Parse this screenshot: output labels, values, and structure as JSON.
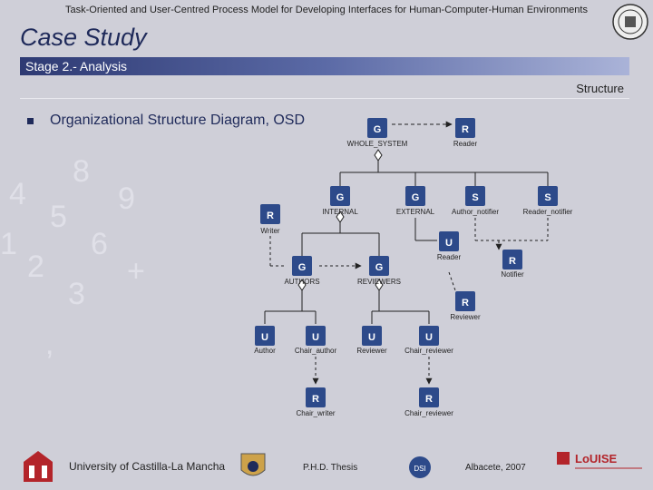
{
  "header": {
    "title": "Task-Oriented and User-Centred Process Model for Developing Interfaces for Human-Computer-Human Environments"
  },
  "slide": {
    "title": "Case Study",
    "stage": "Stage 2.- Analysis",
    "section": "Structure",
    "bullet": "Organizational Structure Diagram, OSD"
  },
  "diagram": {
    "nodes": {
      "whole_system": {
        "label": "WHOLE_SYSTEM",
        "glyph": "G"
      },
      "reader": {
        "label": "Reader",
        "glyph": "R"
      },
      "internal": {
        "label": "INTERNAL",
        "glyph": "G"
      },
      "external": {
        "label": "EXTERNAL",
        "glyph": "G"
      },
      "author_notifier": {
        "label": "Author_notifier",
        "glyph": "S"
      },
      "reader_notifier": {
        "label": "Reader_notifier",
        "glyph": "S"
      },
      "writer": {
        "label": "Writer",
        "glyph": "R"
      },
      "reader_user": {
        "label": "Reader",
        "glyph": "U"
      },
      "notifier": {
        "label": "Notifier",
        "glyph": "R"
      },
      "authors": {
        "label": "AUTHORS",
        "glyph": "G"
      },
      "reviewers": {
        "label": "REVIEWERS",
        "glyph": "G"
      },
      "reviewer": {
        "label": "Reviewer",
        "glyph": "R"
      },
      "author": {
        "label": "Author",
        "glyph": "U"
      },
      "chair_author": {
        "label": "Chair_author",
        "glyph": "U"
      },
      "reviewer_user": {
        "label": "Reviewer",
        "glyph": "U"
      },
      "chair_reviewer": {
        "label": "Chair_reviewer",
        "glyph": "U"
      },
      "chair_writer": {
        "label": "Chair_writer",
        "glyph": "R"
      },
      "chair_reviewer_role": {
        "label": "Chair_reviewer",
        "glyph": "R"
      }
    }
  },
  "footer": {
    "university": "University of Castilla-La Mancha",
    "thesis": "P.H.D. Thesis",
    "place": "Albacete, 2007",
    "dsi": "DSI",
    "lab": "LoUISE"
  },
  "colors": {
    "accent": "#1f2a5a",
    "bar_start": "#2e3a73",
    "brand_red": "#b3242a"
  }
}
